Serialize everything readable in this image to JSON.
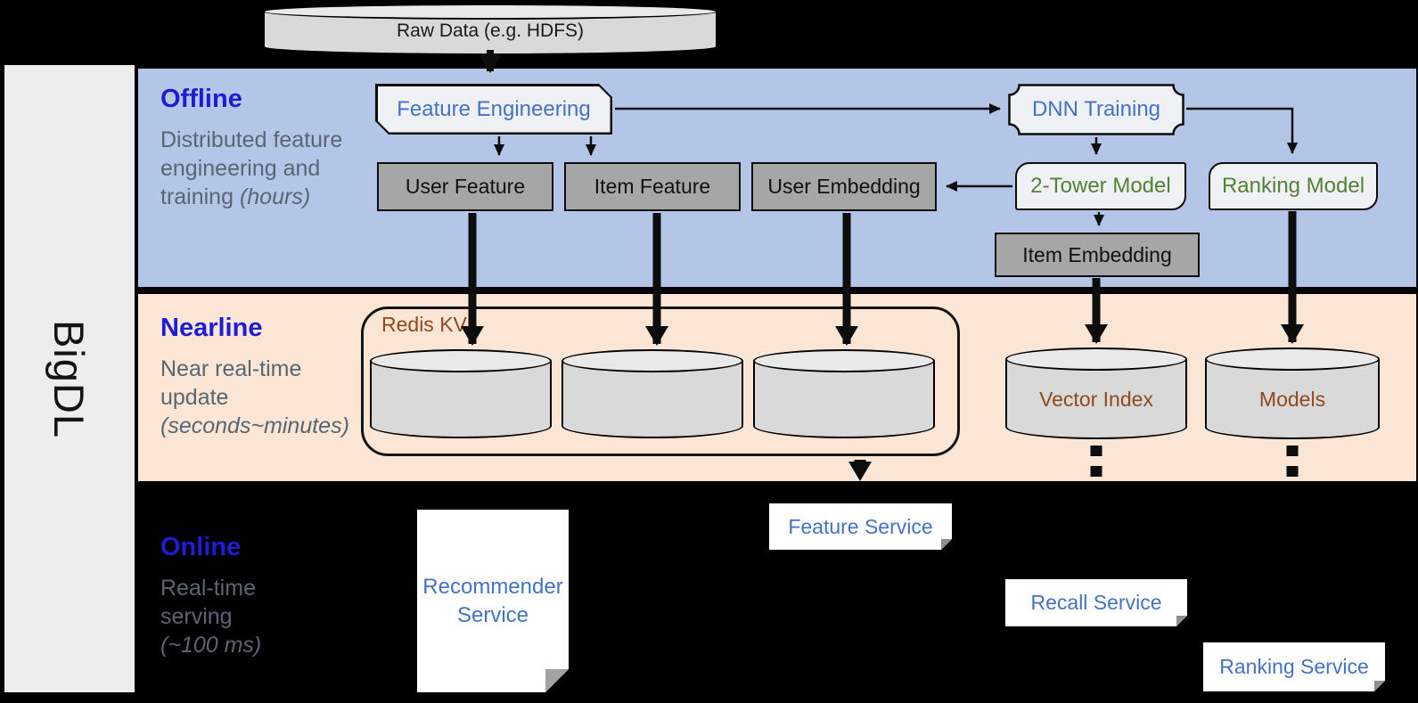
{
  "sidebar": {
    "label": "BigDL"
  },
  "source": {
    "label": "Raw Data (e.g. HDFS)"
  },
  "sections": {
    "offline": {
      "title": "Offline",
      "description": "Distributed feature engineering and training",
      "note": "(hours)"
    },
    "nearline": {
      "title": "Nearline",
      "description": "Near real-time update",
      "note": "(seconds~minutes)"
    },
    "online": {
      "title": "Online",
      "description": "Real-time serving",
      "note": "(~100 ms)"
    }
  },
  "nodes": {
    "feature_engineering": "Feature Engineering",
    "dnn_training": "DNN Training",
    "user_feature": "User Feature",
    "item_feature": "Item Feature",
    "user_embedding": "User Embedding",
    "two_tower_model": "2-Tower Model",
    "ranking_model": "Ranking Model",
    "item_embedding": "Item Embedding",
    "redis_kv": "Redis KV",
    "vector_index": "Vector Index",
    "models": "Models",
    "recommender_service": "Recommender Service",
    "feature_service": "Feature Service",
    "recall_service": "Recall Service",
    "ranking_service": "Ranking Service"
  },
  "colors": {
    "canvas_bg": "#000000",
    "offline_band": "#b3c6e7",
    "nearline_band": "#fbe5d4",
    "section_title_blue": "#1d1dd4",
    "description_gray": "#5a6573",
    "node_text_blue": "#4472c4",
    "node_text_green": "#538135",
    "node_text_brown": "#8f4a1d",
    "gray_box_fill": "#a6a6a6",
    "light_box_fill": "#eff1f5",
    "cylinder_fill": "#d9d9d9",
    "sidebar_fill": "#ededed"
  }
}
